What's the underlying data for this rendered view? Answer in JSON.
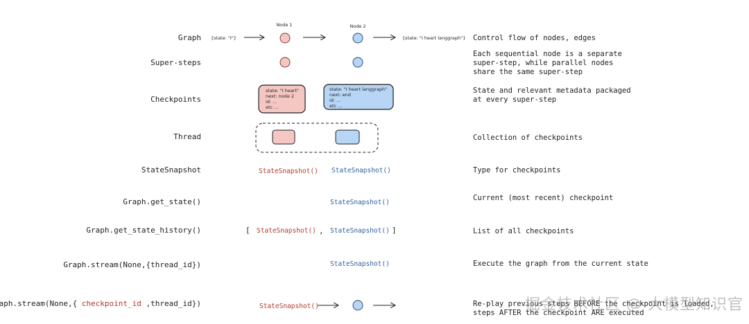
{
  "colors": {
    "red_fill": "#f4c7c3",
    "red_stroke": "#7a3a36",
    "blue_fill": "#b7d6f5",
    "blue_stroke": "#2c4a6e",
    "red_text": "#b03a2e",
    "blue_text": "#2f5e9e"
  },
  "rows": [
    {
      "label": "Graph",
      "description": [
        "Control flow of nodes, edges"
      ]
    },
    {
      "label": "Super-steps",
      "description": [
        "Each sequential node is a separate",
        "super-step, while parallel nodes",
        "share the same super-step"
      ]
    },
    {
      "label": "Checkpoints",
      "description": [
        "State and relevant metadata packaged",
        "at every super-step"
      ]
    },
    {
      "label": "Thread",
      "description": [
        "Collection of checkpoints"
      ]
    },
    {
      "label": "StateSnapshot",
      "description": [
        "Type for checkpoints"
      ]
    },
    {
      "label": "Graph.get_state()",
      "description": [
        "Current (most recent) checkpoint"
      ]
    },
    {
      "label": "Graph.get_state_history()",
      "description": [
        "List of all checkpoints"
      ]
    },
    {
      "label": "Graph.stream(None,{thread_id})",
      "description": [
        "Execute the graph from the current state"
      ]
    },
    {
      "label_prefix": "Graph.stream(None,{ ",
      "label_highlight": "checkpoint_id",
      "label_suffix": " ,thread_id})",
      "description": [
        "Re-play previous steps BEFORE the checkpoint is loaded,",
        "steps AFTER the checkpoint ARE executed"
      ]
    }
  ],
  "graph": {
    "input_state": "{state: \"I\"}",
    "output_state": "{state: \"I heart langgraph\"}",
    "node1_label": "Node 1",
    "node2_label": "Node 2"
  },
  "checkpoint1": [
    "state: \"I heart\"",
    "next: node 2",
    "id: ...",
    "etc ..."
  ],
  "checkpoint2": [
    "state: \"I heart langgraph\"",
    "next: end",
    "id: ...",
    "etc ..."
  ],
  "snapshot": {
    "name": "StateSnapshot()",
    "open_bracket": "[",
    "comma": ",",
    "close_bracket": "]"
  },
  "watermark": "掘金技术社区 @ 大模型知识官"
}
